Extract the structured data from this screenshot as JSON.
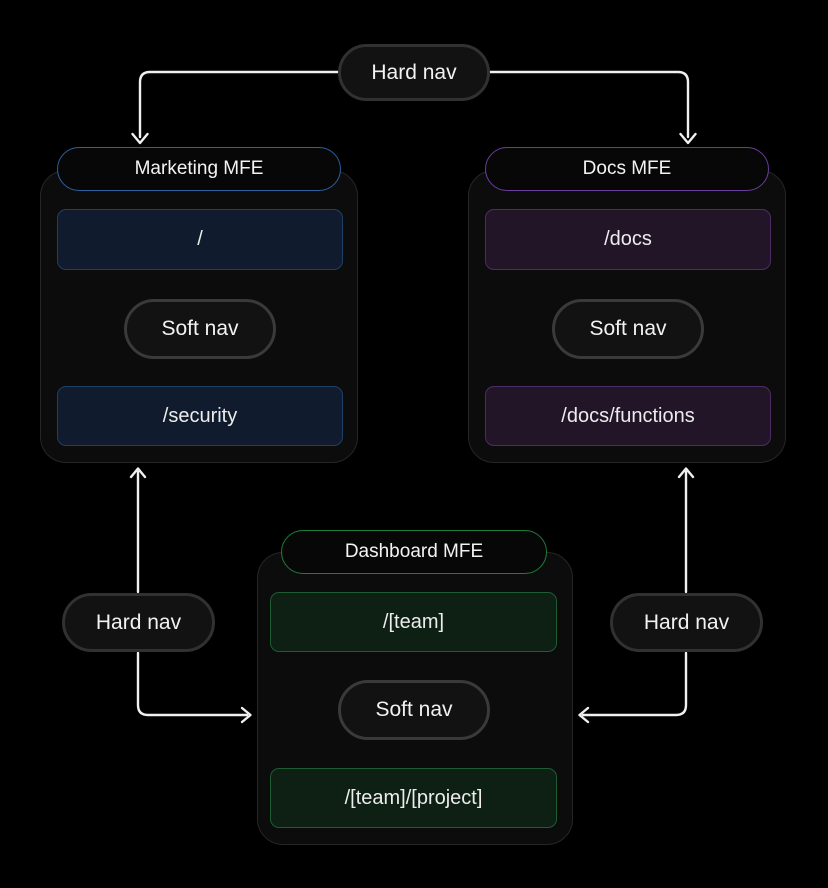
{
  "colors": {
    "background": "#000000",
    "line": "#f0f0f0",
    "nav_pill_fill": "#121212",
    "nav_pill_border": "#313131",
    "container_fill": "#0c0c0c",
    "container_border": "#262626"
  },
  "nav_pills": {
    "top": "Hard nav",
    "left": "Hard nav",
    "right": "Hard nav"
  },
  "groups": [
    {
      "title": "Marketing MFE",
      "accent": "#2b619f",
      "route_fill": "#101b2d",
      "route_border": "#1d4068",
      "routes": [
        "/",
        "/security"
      ],
      "soft_nav_label": "Soft nav"
    },
    {
      "title": "Docs MFE",
      "accent": "#6a3d9d",
      "route_fill": "#221528",
      "route_border": "#4e2c66",
      "routes": [
        "/docs",
        "/docs/functions"
      ],
      "soft_nav_label": "Soft nav"
    },
    {
      "title": "Dashboard MFE",
      "accent": "#1e7c3c",
      "route_fill": "#0d2013",
      "route_border": "#1e5c33",
      "routes": [
        "/[team]",
        "/[team]/[project]"
      ],
      "soft_nav_label": "Soft nav"
    }
  ]
}
